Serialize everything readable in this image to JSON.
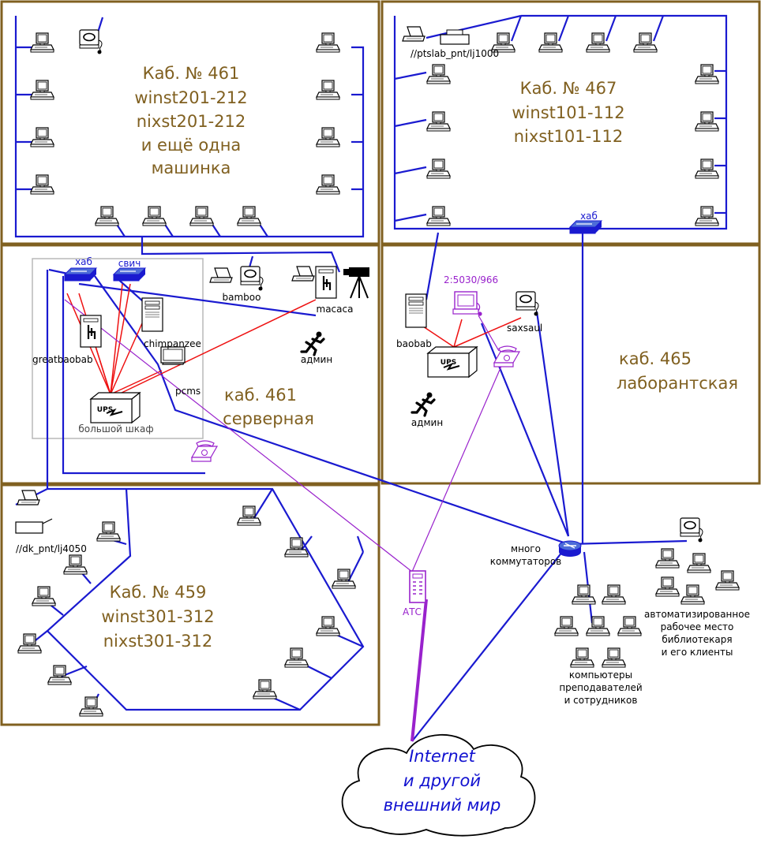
{
  "rooms": {
    "r461": [
      "Каб. № 461",
      "winst201-212",
      "nixst201-212",
      "и ещё одна",
      "машинка"
    ],
    "r467": [
      "Каб. № 467",
      "winst101-112",
      "nixst101-112"
    ],
    "r461s": [
      "каб. 461",
      "серверная"
    ],
    "r465": [
      "каб. 465",
      "лаборантская"
    ],
    "r459": [
      "Каб. № 459",
      "winst301-312",
      "nixst301-312"
    ]
  },
  "labels": {
    "hub_467": "хаб",
    "hub_server": "хаб",
    "switch_server": "свич",
    "printer_467": "//ptslab_pnt/lj1000",
    "printer_459": "//dk_pnt/lj4050",
    "bamboo": "bamboo",
    "macaca": "macaca",
    "admin_461": "админ",
    "greatbaobab": "greatbaobab",
    "chimpanzee": "chimpanzee",
    "pcms": "pcms",
    "ups": "UPS",
    "big_cabinet": "большой шкаф",
    "modem": "2:5030/966",
    "saxsaul": "saxsaul",
    "baobab": "baobab",
    "admin_465": "админ",
    "switches": [
      "много",
      "коммутаторов"
    ],
    "pbx": "АТС",
    "library": [
      "автоматизированное",
      "рабочее место",
      "библиотекаря",
      "и его клиенты"
    ],
    "staff": [
      "компьютеры",
      "преподавателей",
      "и сотрудников"
    ],
    "internet": [
      "Internet",
      "и другой",
      "внешний мир"
    ]
  },
  "colors": {
    "wall": "#806020",
    "lan": "#1a1ad0",
    "power": "#ee1111",
    "phone": "#9922cc",
    "cabinet": "#b8b8b8"
  }
}
